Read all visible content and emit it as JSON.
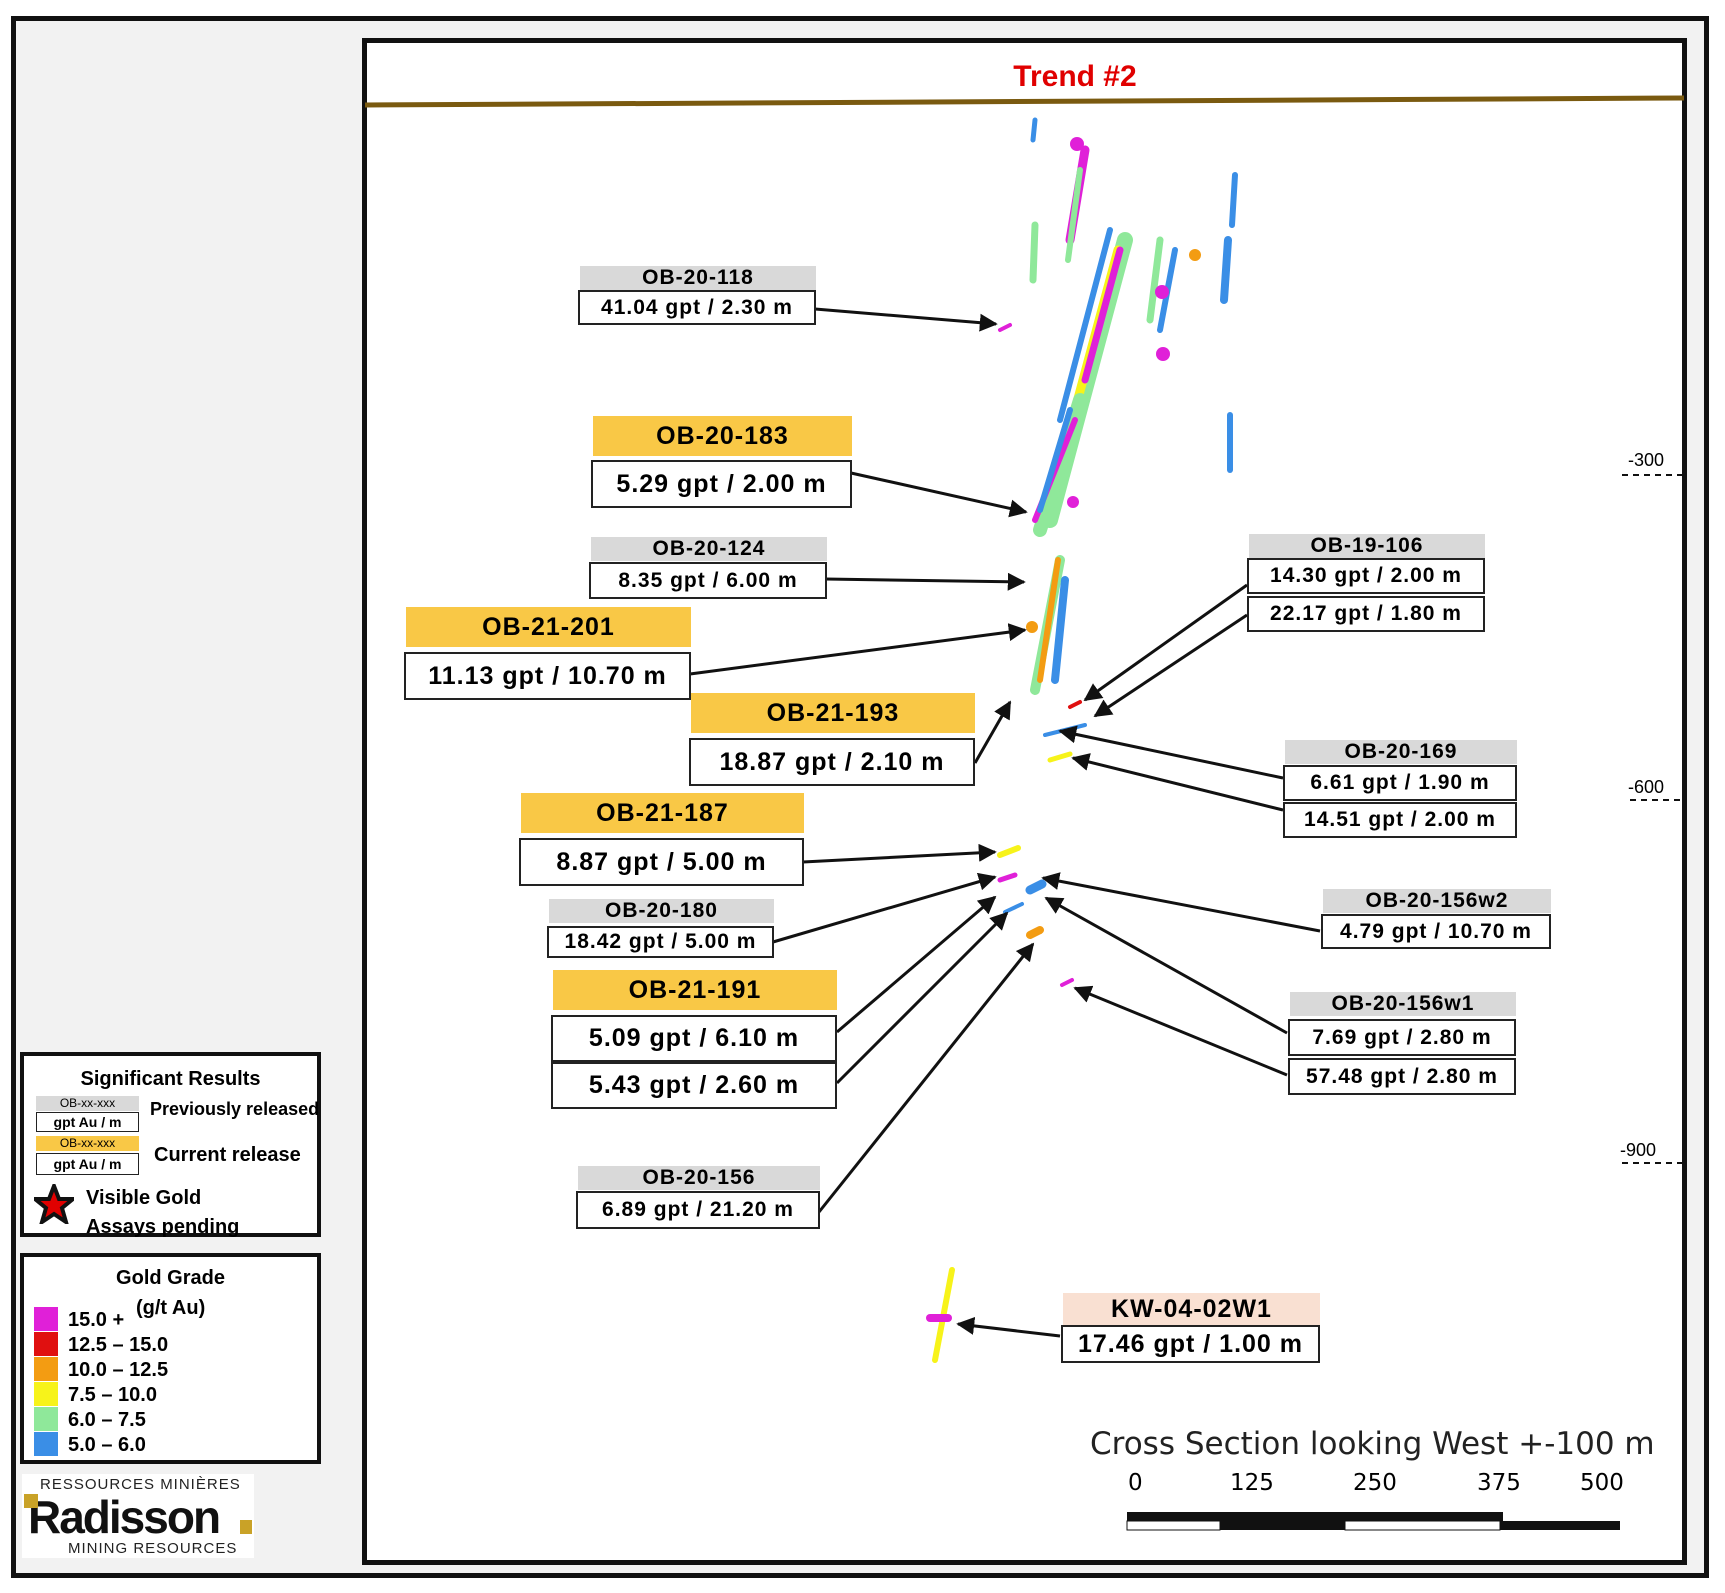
{
  "title": "Trend #2",
  "caption": "Cross Section looking West +-100 m",
  "depth_labels": [
    "-300",
    "-600",
    "-900"
  ],
  "scale_labels": [
    "0",
    "125",
    "250",
    "375",
    "500"
  ],
  "legend": {
    "results_title": "Significant Results",
    "sample_id": "OB-xx-xxx",
    "sample_value": "gpt Au / m",
    "previously_released": "Previously released",
    "current_release": "Current release",
    "visible_gold": "Visible Gold",
    "assays_pending": "Assays pending",
    "grade_title": "Gold Grade",
    "grade_unit": "(g/t Au)",
    "grade_classes": [
      {
        "label": "15.0 +",
        "color": "#e020d8"
      },
      {
        "label": "12.5 – 15.0",
        "color": "#e01010"
      },
      {
        "label": "10.0 – 12.5",
        "color": "#f39c12"
      },
      {
        "label": "7.5 – 10.0",
        "color": "#f7f31a"
      },
      {
        "label": "6.0 – 7.5",
        "color": "#8fe89a"
      },
      {
        "label": "5.0 – 6.0",
        "color": "#3a8ee6"
      }
    ]
  },
  "logo": {
    "top": "RESSOURCES MINIÈRES",
    "name": "Radisson",
    "bottom": "MINING RESOURCES"
  },
  "colors": {
    "previous": "#d9d9d9",
    "current": "#f9c846",
    "historic": "#f9e0d2",
    "title_red": "#e00000",
    "trend_line": "#7a5a10"
  },
  "results": [
    {
      "hole": "OB-20-118",
      "status": "previous",
      "values": [
        "41.04 gpt / 2.30 m"
      ]
    },
    {
      "hole": "OB-20-183",
      "status": "current",
      "values": [
        "5.29 gpt / 2.00 m"
      ]
    },
    {
      "hole": "OB-20-124",
      "status": "previous",
      "values": [
        "8.35 gpt / 6.00 m"
      ]
    },
    {
      "hole": "OB-21-201",
      "status": "current",
      "values": [
        "11.13 gpt / 10.70 m"
      ]
    },
    {
      "hole": "OB-21-193",
      "status": "current",
      "values": [
        "18.87 gpt / 2.10 m"
      ]
    },
    {
      "hole": "OB-21-187",
      "status": "current",
      "values": [
        "8.87 gpt / 5.00 m"
      ]
    },
    {
      "hole": "OB-20-180",
      "status": "previous",
      "values": [
        "18.42 gpt / 5.00 m"
      ]
    },
    {
      "hole": "OB-21-191",
      "status": "current",
      "values": [
        "5.09 gpt / 6.10 m",
        "5.43 gpt / 2.60 m"
      ]
    },
    {
      "hole": "OB-20-156",
      "status": "previous",
      "values": [
        "6.89 gpt / 21.20 m"
      ]
    },
    {
      "hole": "OB-19-106",
      "status": "previous",
      "values": [
        "14.30 gpt / 2.00 m",
        "22.17 gpt / 1.80 m"
      ]
    },
    {
      "hole": "OB-20-169",
      "status": "previous",
      "values": [
        "6.61 gpt / 1.90 m",
        "14.51 gpt / 2.00 m"
      ]
    },
    {
      "hole": "OB-20-156w2",
      "status": "previous",
      "values": [
        "4.79 gpt / 10.70 m"
      ]
    },
    {
      "hole": "OB-20-156w1",
      "status": "previous",
      "values": [
        "7.69 gpt / 2.80 m",
        "57.48 gpt / 2.80 m"
      ]
    },
    {
      "hole": "KW-04-02W1",
      "status": "historic",
      "values": [
        "17.46 gpt / 1.00 m"
      ]
    }
  ]
}
